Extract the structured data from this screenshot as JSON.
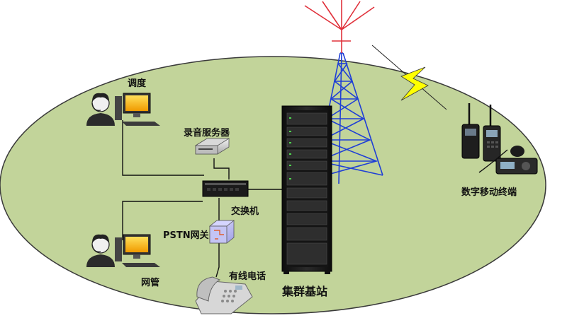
{
  "labels": {
    "dispatch": "调度",
    "recording_server": "录音服务器",
    "switch": "交换机",
    "pstn_gateway": "PSTN网关",
    "network_mgmt": "网管",
    "wired_phone": "有线电话",
    "trunk_base_station": "集群基站",
    "digital_mobile_terminal": "数字移动终端"
  },
  "colors": {
    "ellipse_fill": "#c2d49a",
    "ellipse_stroke": "#3a3a3a",
    "tower": "#1f3fd6",
    "antenna": "#e0303a",
    "bolt": "#ffff00",
    "rack": "#1a1a1a",
    "link": "#111111"
  },
  "icons": {
    "dispatch": "operator-headset-computer-icon",
    "network_mgmt": "operator-headset-computer-icon",
    "recording_server": "server-icon",
    "switch": "network-switch-icon",
    "pstn_gateway": "gateway-icon",
    "wired_phone": "desk-phone-icon",
    "base_station": "rack-cabinet-icon",
    "tower": "antenna-tower-icon",
    "terminals": "handheld-radio-icon"
  }
}
